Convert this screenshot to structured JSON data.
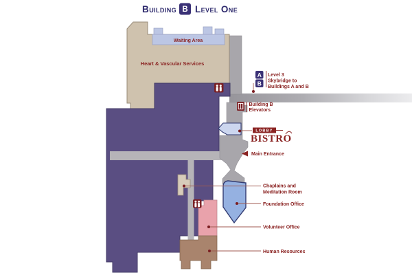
{
  "title": {
    "prefix": "Building",
    "badge": "B",
    "suffix": "Level One"
  },
  "areas": {
    "waiting": "Waiting Area",
    "heart_vascular": "Heart & Vascular Services"
  },
  "legend": {
    "skybridge": {
      "badge_a": "A",
      "badge_b": "B",
      "line1": "Level 3",
      "line2": "Skybridge to",
      "line3": "Buildings A and B"
    },
    "elevators": {
      "line1": "Building B",
      "line2": "Elevators"
    },
    "bistro": {
      "lobby": "LOBBY",
      "name": "BISTRO"
    },
    "main_entrance": "Main Entrance",
    "chaplains": {
      "line1": "Chaplains and",
      "line2": "Meditation Room"
    },
    "foundation": "Foundation Office",
    "volunteer": "Volunteer Office",
    "human_resources": "Human Resources"
  },
  "icons": {
    "restrooms": "restrooms-icon",
    "elevator": "elevator-icon",
    "main_entrance_arrow": "left-arrow-icon"
  },
  "colors": {
    "navy": "#2e2a6d",
    "badge": "#3a3176",
    "dark_red": "#8b2423",
    "icon_red": "#7b2125",
    "purple": "#5a4e82",
    "tan": "#cfc2ae",
    "waiting_blue": "#bcc6e4",
    "corridor": "#a8a6ab",
    "corridor_light": "#b6b4b8",
    "pink": "#e9a2ab",
    "brown": "#a9846d",
    "foundation_blue": "#95b1e1",
    "alcove_blue": "#ccd6ef",
    "outline_navy": "#333c72"
  }
}
